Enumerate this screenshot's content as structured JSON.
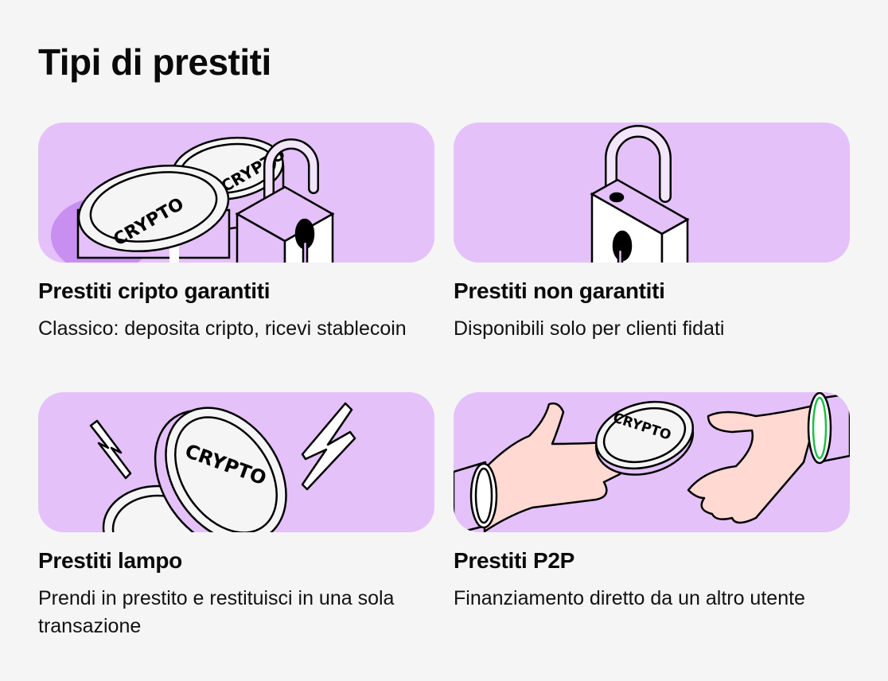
{
  "page": {
    "title": "Tipi di prestiti"
  },
  "colors": {
    "background": "#f5f5f5",
    "card_bg": "#e4c1f9",
    "accent_dark": "#c88ef0",
    "coin_face": "#f5f5f5",
    "skin": "#ffd9d2",
    "cuff_green": "#1fbf4a",
    "outline": "#000000"
  },
  "cards": [
    {
      "illustration": "coins-with-closed-padlock",
      "coin_label": "CRYPTO",
      "title": "Prestiti cripto garantiti",
      "description": "Classico: deposita cripto, ricevi stablecoin"
    },
    {
      "illustration": "open-padlock",
      "title": "Prestiti non garantiti",
      "description": "Disponibili solo per clienti fidati"
    },
    {
      "illustration": "coin-with-lightning-bolts",
      "coin_label": "CRYPTO",
      "title": "Prestiti lampo",
      "description": "Prendi in prestito e restituisci in una sola transazione"
    },
    {
      "illustration": "hands-passing-coin",
      "coin_label": "CRYPTO",
      "title": "Prestiti P2P",
      "description": "Finanziamento diretto da un altro utente"
    }
  ]
}
